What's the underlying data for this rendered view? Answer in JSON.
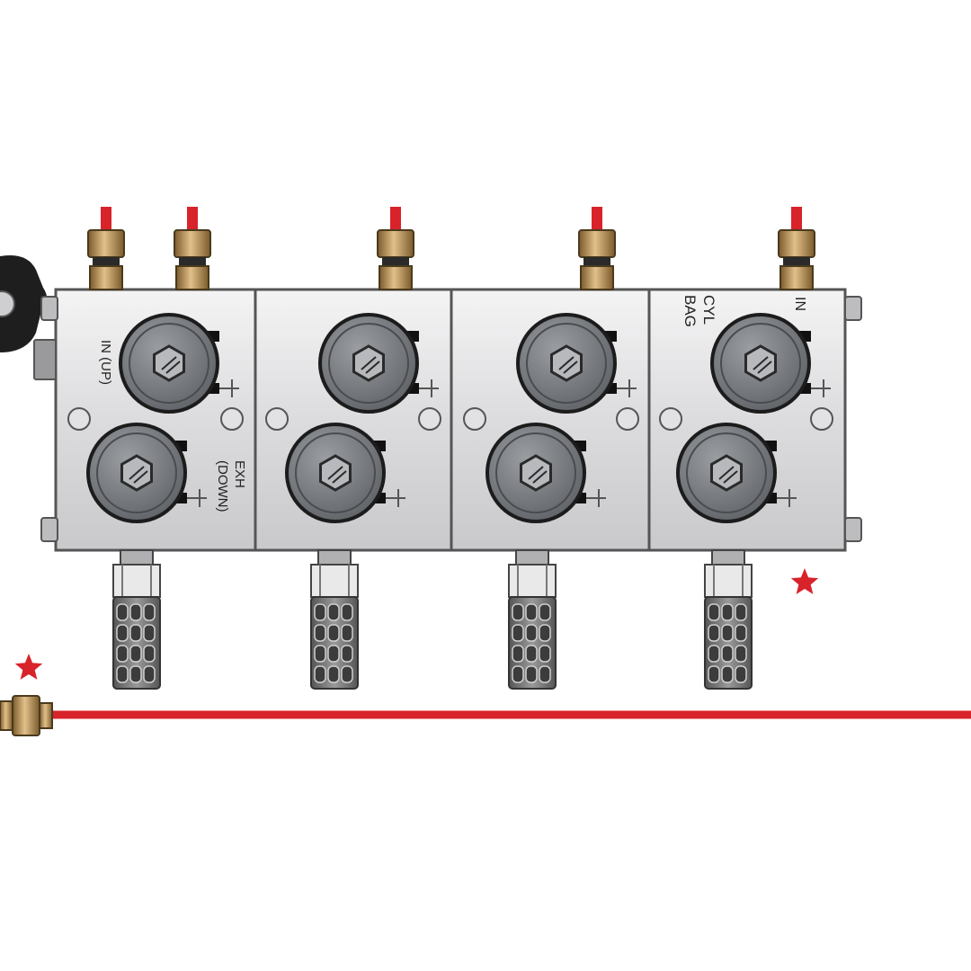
{
  "diagram": {
    "modules": [
      {
        "id": "module-1",
        "labels": [
          "IN (UP)",
          "EXH (DOWN)"
        ]
      },
      {
        "id": "module-2",
        "labels": []
      },
      {
        "id": "module-3",
        "labels": []
      },
      {
        "id": "module-4",
        "labels": [
          "CYL BAG",
          "IN"
        ]
      }
    ],
    "labels": {
      "in_up": "IN (UP)",
      "exh": "EXH",
      "down": "(DOWN)",
      "cyl": "CYL",
      "bag": "BAG",
      "in": "IN"
    },
    "markers": [
      "star",
      "star"
    ],
    "colors": {
      "air_line": "#d8232a",
      "body": "#e6e6e8",
      "valve": "#777a7e",
      "brass": "#b58a4c",
      "star": "#d8232a"
    }
  }
}
